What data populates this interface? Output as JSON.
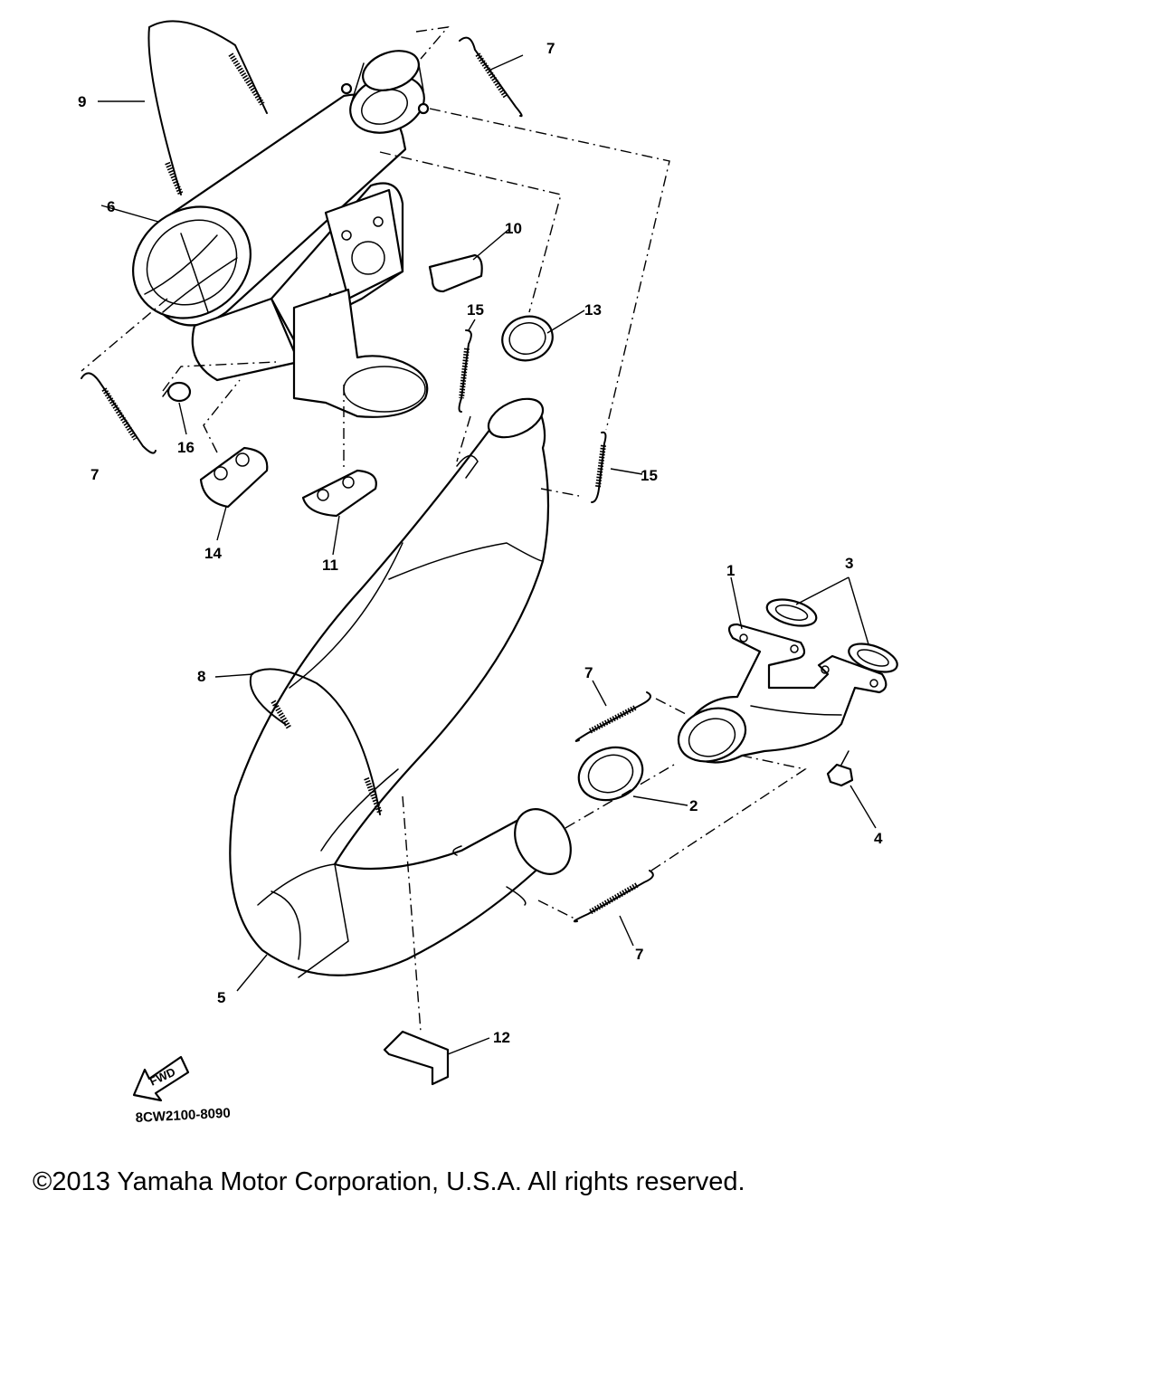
{
  "diagram": {
    "callouts": [
      "1",
      "2",
      "3",
      "4",
      "5",
      "6",
      "7",
      "7",
      "7",
      "7",
      "8",
      "9",
      "10",
      "11",
      "12",
      "13",
      "14",
      "15",
      "15",
      "16"
    ],
    "fwd_label": "FWD",
    "drawing_code": "8CW2100-8090"
  },
  "footer": {
    "copyright": "©2013 Yamaha Motor Corporation, U.S.A. All rights reserved."
  }
}
